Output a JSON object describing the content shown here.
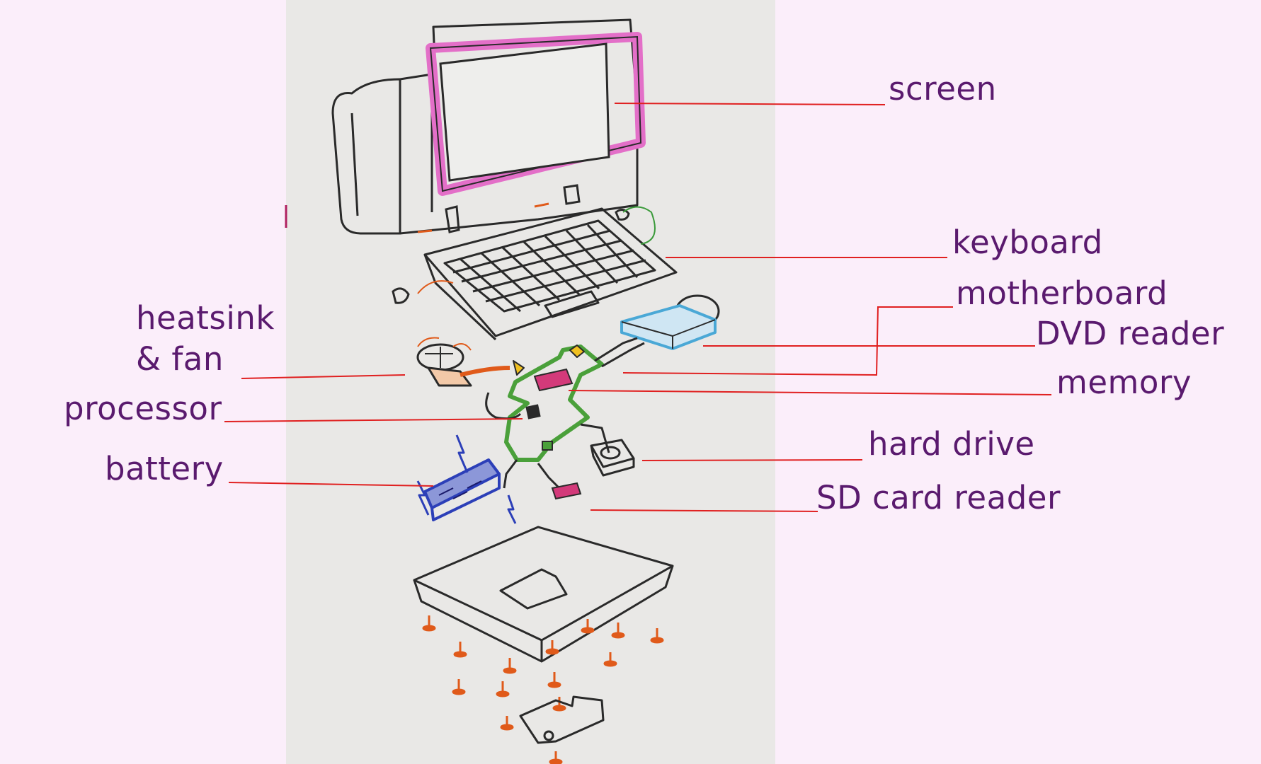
{
  "colors": {
    "background": "#fbeefa",
    "paper": "#e9e8e6",
    "label_text": "#5a1a6e",
    "leader_line": "#e02020",
    "sketch_ink": "#2a2a2a",
    "screen_pink": "#e36fc8",
    "board_green": "#4aa03a",
    "dvd_blue": "#4aa8d6",
    "battery_blue": "#2c3fb8",
    "screw_orange": "#e05a1a",
    "memory_pink": "#d33a7a"
  },
  "labels": {
    "screen": "screen",
    "keyboard": "keyboard",
    "motherboard": "motherboard",
    "dvd_reader": "DVD reader",
    "memory": "memory",
    "hard_drive": "hard drive",
    "sd_card_reader": "SD card reader",
    "heatsink_line1": "heatsink",
    "heatsink_line2": "& fan",
    "processor": "processor",
    "battery": "battery"
  }
}
